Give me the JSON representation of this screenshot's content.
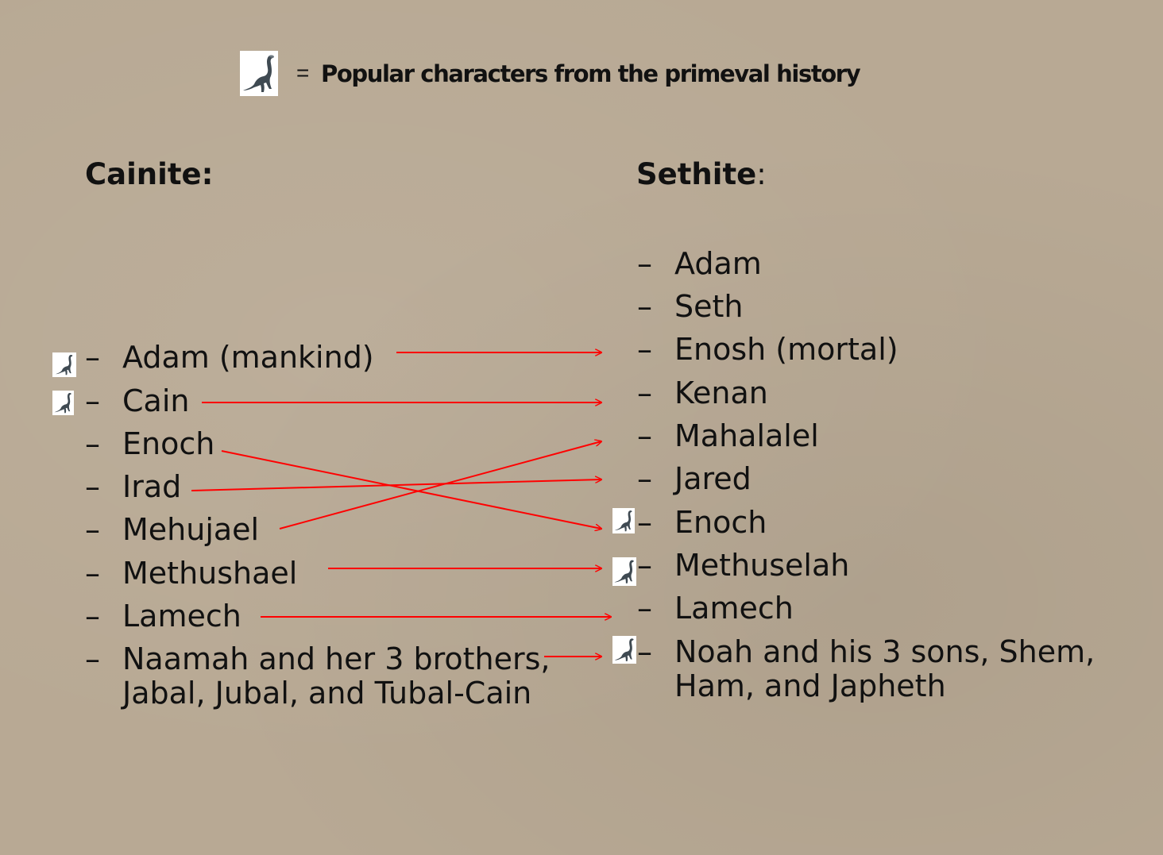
{
  "legend": {
    "icon": "dinosaur-icon",
    "equals": "=",
    "text": "Popular characters from the primeval history"
  },
  "cainite": {
    "heading": "Cainite:",
    "items": [
      {
        "dash": "–",
        "label": "Adam (mankind)",
        "marked": true
      },
      {
        "dash": "–",
        "label": "Cain",
        "marked": true
      },
      {
        "dash": "–",
        "label": "Enoch",
        "marked": false
      },
      {
        "dash": "–",
        "label": "Irad",
        "marked": false
      },
      {
        "dash": "–",
        "label": "Mehujael",
        "marked": false
      },
      {
        "dash": "–",
        "label": "Methushael",
        "marked": false
      },
      {
        "dash": "–",
        "label": "Lamech",
        "marked": false
      },
      {
        "dash": "–",
        "label": "Naamah and her 3 brothers,\nJabal, Jubal, and Tubal-Cain",
        "marked": false
      }
    ]
  },
  "sethite": {
    "heading": "Sethite",
    "heading_colon": ":",
    "items": [
      {
        "dash": "–",
        "label": "Adam",
        "marked": false
      },
      {
        "dash": "–",
        "label": "Seth",
        "marked": false
      },
      {
        "dash": "–",
        "label": "Enosh (mortal)",
        "marked": false
      },
      {
        "dash": "–",
        "label": "Kenan",
        "marked": false
      },
      {
        "dash": "–",
        "label": "Mahalalel",
        "marked": false
      },
      {
        "dash": "–",
        "label": "Jared",
        "marked": false
      },
      {
        "dash": "–",
        "label": "Enoch",
        "marked": true
      },
      {
        "dash": "–",
        "label": "Methuselah",
        "marked": true
      },
      {
        "dash": "–",
        "label": "Lamech",
        "marked": false
      },
      {
        "dash": "–",
        "label": "Noah and his 3 sons, Shem,\nHam, and Japheth",
        "marked": true
      }
    ]
  },
  "connections": [
    {
      "from": "Adam (mankind)",
      "to": "Enosh (mortal)"
    },
    {
      "from": "Cain",
      "to": "Kenan"
    },
    {
      "from": "Enoch",
      "to": "Enoch"
    },
    {
      "from": "Irad",
      "to": "Jared"
    },
    {
      "from": "Mehujael",
      "to": "Mahalalel"
    },
    {
      "from": "Methushael",
      "to": "Methuselah"
    },
    {
      "from": "Lamech",
      "to": "Lamech"
    },
    {
      "from": "Naamah and her 3 brothers",
      "to": "Noah and his 3 sons"
    }
  ],
  "colors": {
    "background": "#b8a994",
    "arrow": "#ff0000",
    "text": "#111111"
  }
}
